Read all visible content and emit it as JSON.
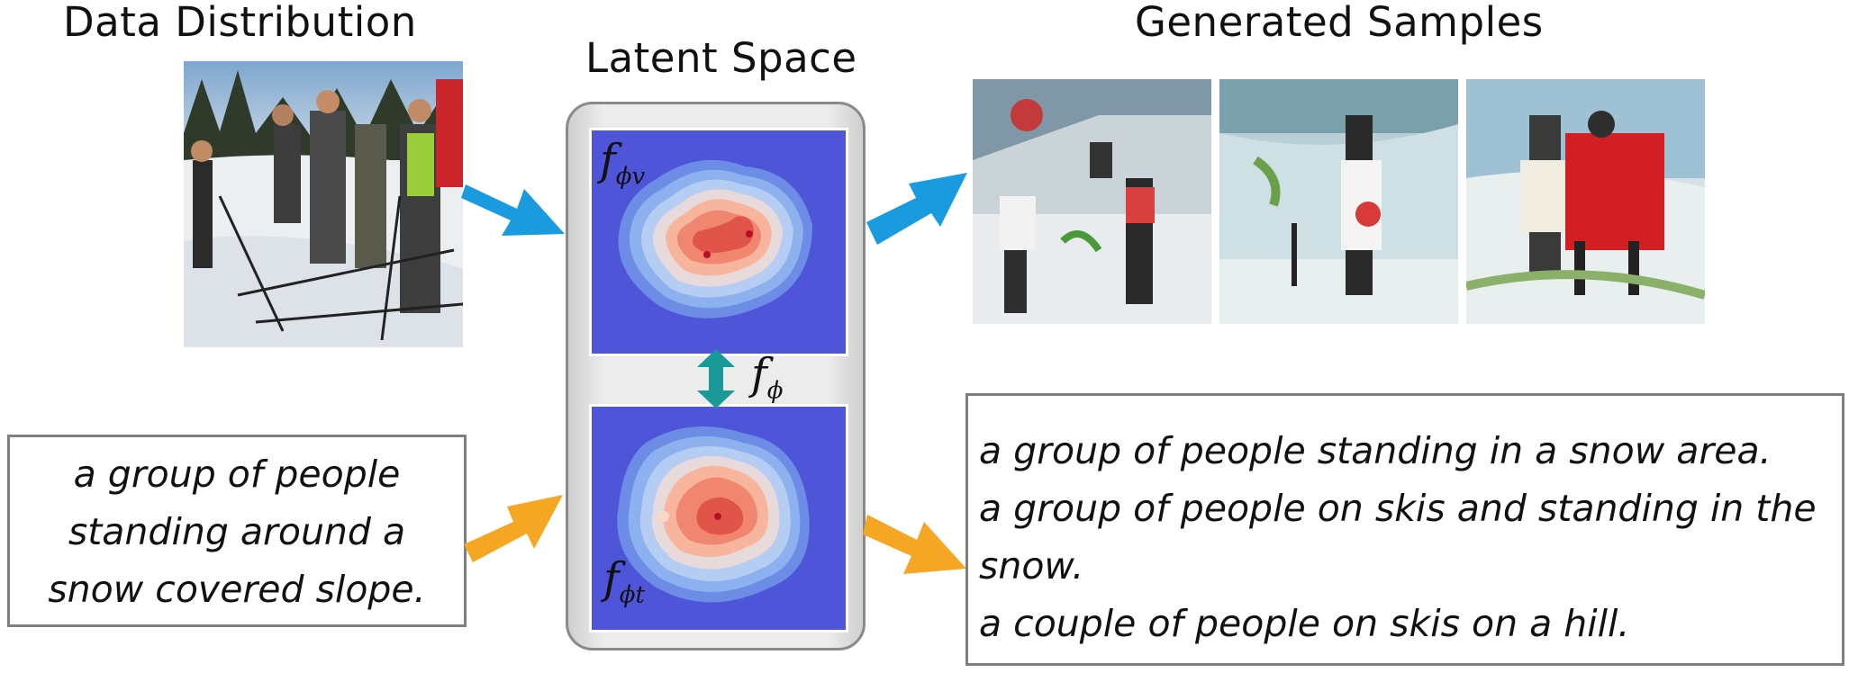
{
  "titles": {
    "data_distribution": "Data Distribution",
    "latent_space": "Latent Space",
    "generated_samples": "Generated Samples"
  },
  "input_caption": {
    "lines": [
      "a group of people",
      "standing around a",
      "snow covered slope."
    ]
  },
  "latent": {
    "image_label": "f",
    "image_sub": "ϕv",
    "text_label": "f",
    "text_sub": "ϕt",
    "shared_label": "f",
    "shared_sub": "ϕ"
  },
  "generated_captions": {
    "lines": [
      "a group of people standing in a snow area.",
      "a group of people on skis and standing in the",
      "snow.",
      "a couple of people on skis on a hill."
    ]
  },
  "colors": {
    "blue_arrow": "#1a9be0",
    "orange_arrow": "#f5a623",
    "teal_arrow": "#1a9a96",
    "latent_bg": "#4f55d9"
  }
}
